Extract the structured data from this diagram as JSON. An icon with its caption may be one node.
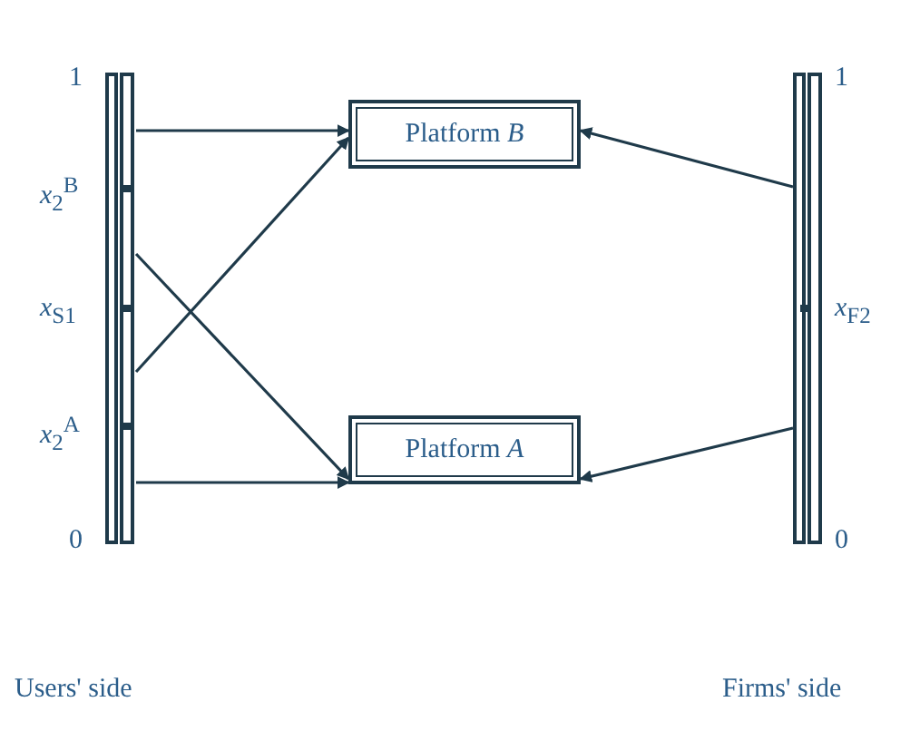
{
  "diagram": {
    "nodes": [
      {
        "text": [],
        "shape": "bar"
      },
      {
        "text": [
          "Platform *B*"
        ]
      },
      {
        "text": [
          "Platform *A*"
        ]
      },
      {
        "text": [],
        "shape": "bar"
      }
    ],
    "edges": [
      {
        "from": 0,
        "to": 1,
        "arrow": "to"
      },
      {
        "from": 0,
        "to": 1,
        "arrow": "to"
      },
      {
        "from": 0,
        "to": 2,
        "arrow": "to"
      },
      {
        "from": 0,
        "to": 2,
        "arrow": "to"
      },
      {
        "from": 3,
        "to": 1,
        "arrow": "to"
      },
      {
        "from": 3,
        "to": 2,
        "arrow": "to"
      }
    ],
    "labels": [
      "1",
      "*x*$_{2}$$^{B}$",
      "*x*$_{S1}$",
      "*x*$_{2}$$^{A}$",
      "0",
      "1",
      "*x*$_{F2}$",
      "0",
      "Users' side",
      "Firms' side"
    ]
  }
}
